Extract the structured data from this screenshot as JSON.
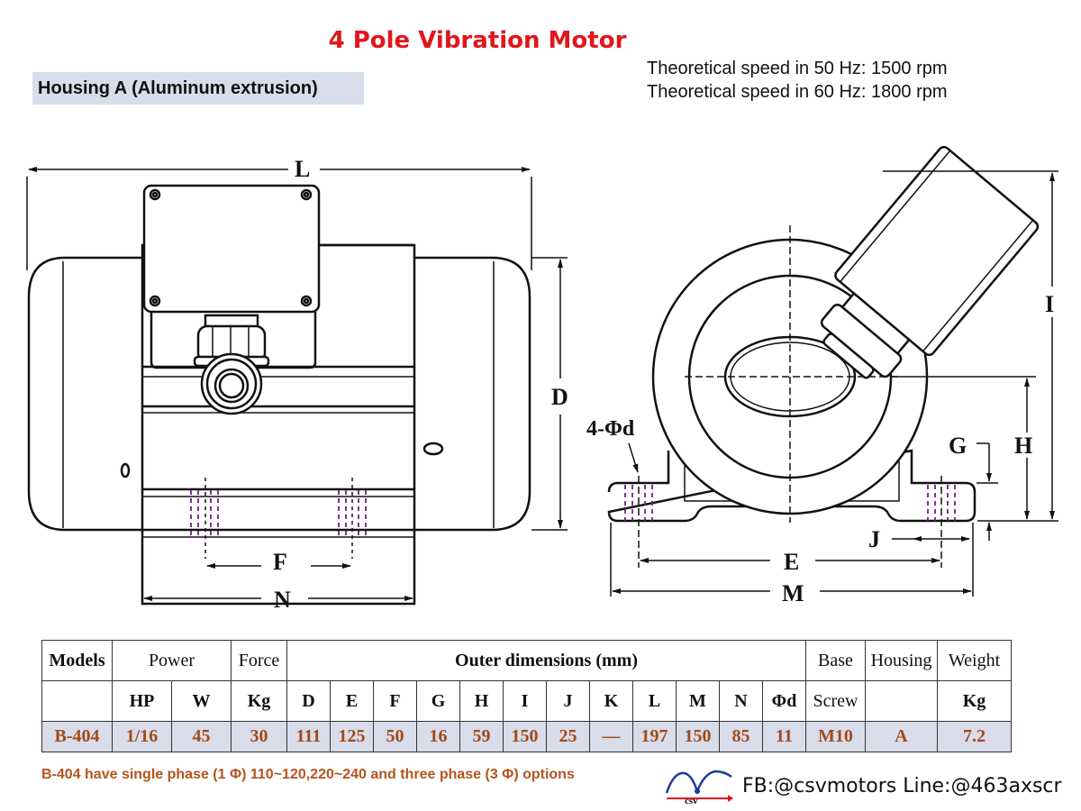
{
  "title": "4 Pole Vibration Motor",
  "housing_label": "Housing A (Aluminum extrusion)",
  "speed_50": "Theoretical speed in 50 Hz: 1500 rpm",
  "speed_60": "Theoretical speed in 60 Hz: 1800 rpm",
  "dimension_labels": {
    "L": "L",
    "D": "D",
    "F": "F",
    "N": "N",
    "I": "I",
    "H": "H",
    "G": "G",
    "J": "J",
    "E": "E",
    "M": "M",
    "holes": "4-Φd"
  },
  "table": {
    "header1": {
      "models": "Models",
      "power": "Power",
      "force": "Force",
      "outer": "Outer dimensions (mm)",
      "base": "Base",
      "housing": "Housing",
      "weight": "Weight"
    },
    "header2": {
      "hp": "HP",
      "w": "W",
      "kg": "Kg",
      "d": "D",
      "e": "E",
      "f": "F",
      "g": "G",
      "h": "H",
      "i": "I",
      "j": "J",
      "k": "K",
      "l": "L",
      "m": "M",
      "n": "N",
      "phid": "Φd",
      "screw": "Screw",
      "weight_kg": "Kg"
    },
    "row": {
      "model": "B-404",
      "hp": "1/16",
      "w": "45",
      "kg": "30",
      "d": "111",
      "e": "125",
      "f": "50",
      "g": "16",
      "h": "59",
      "i": "150",
      "j": "25",
      "k": "—",
      "l": "197",
      "m": "150",
      "n": "85",
      "phid": "11",
      "screw": "M10",
      "housing": "A",
      "weight": "7.2"
    }
  },
  "footnote": "B-404 have single phase (1 Φ) 110~120,220~240 and  three phase (3 Φ) options",
  "logo_text": "csv",
  "social": "FB:@csvmotors  Line:@463axscr",
  "colors": {
    "title": "#e0161c",
    "highlight": "#d9dcea",
    "data_row": "#a24a18",
    "footnote": "#b3551f"
  }
}
